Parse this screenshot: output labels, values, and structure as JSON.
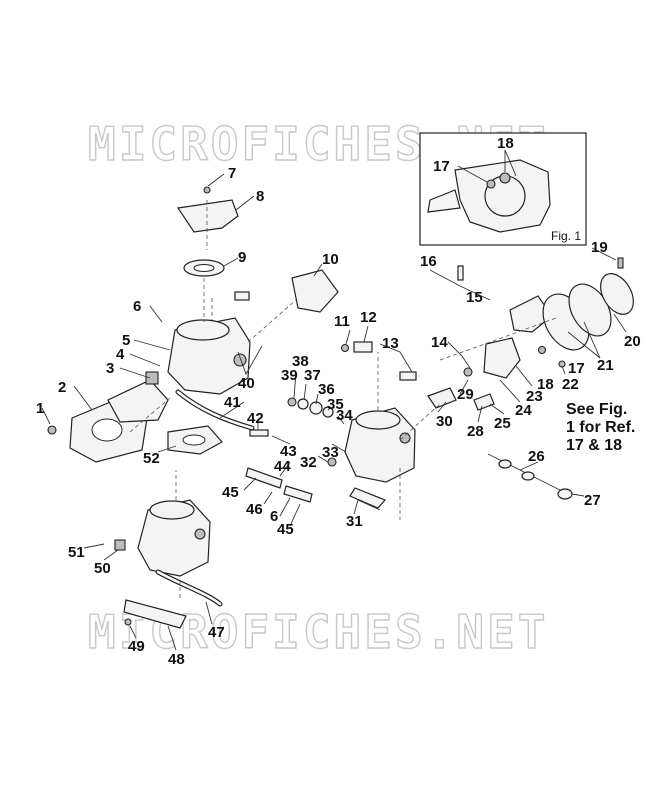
{
  "watermark": {
    "top_text": "MICROFICHES.NET",
    "bottom_text": "MICROFICHES.NET"
  },
  "figure_inset": {
    "label": "Fig. 1",
    "callouts": [
      "18",
      "17"
    ]
  },
  "note": {
    "line1": "See Fig.",
    "line2": "1 for Ref.",
    "line3": "17 & 18"
  },
  "callouts": {
    "n1": "1",
    "n2": "2",
    "n3": "3",
    "n4": "4",
    "n5": "5",
    "n6a": "6",
    "n6b": "6",
    "n7": "7",
    "n8": "8",
    "n9": "9",
    "n10": "10",
    "n11": "11",
    "n12": "12",
    "n13": "13",
    "n14": "14",
    "n15": "15",
    "n16": "16",
    "n17": "17",
    "n18": "18",
    "n19": "19",
    "n20": "20",
    "n21": "21",
    "n22": "22",
    "n23": "23",
    "n24": "24",
    "n25": "25",
    "n26": "26",
    "n27": "27",
    "n28": "28",
    "n29": "29",
    "n30": "30",
    "n31": "31",
    "n32": "32",
    "n33": "33",
    "n34": "34",
    "n35": "35",
    "n36": "36",
    "n37": "37",
    "n38": "38",
    "n39": "39",
    "n40": "40",
    "n41": "41",
    "n42": "42",
    "n43": "43",
    "n44": "44",
    "n45a": "45",
    "n45b": "45",
    "n46": "46",
    "n47": "47",
    "n48": "48",
    "n49": "49",
    "n50": "50",
    "n51": "51",
    "n52": "52"
  }
}
